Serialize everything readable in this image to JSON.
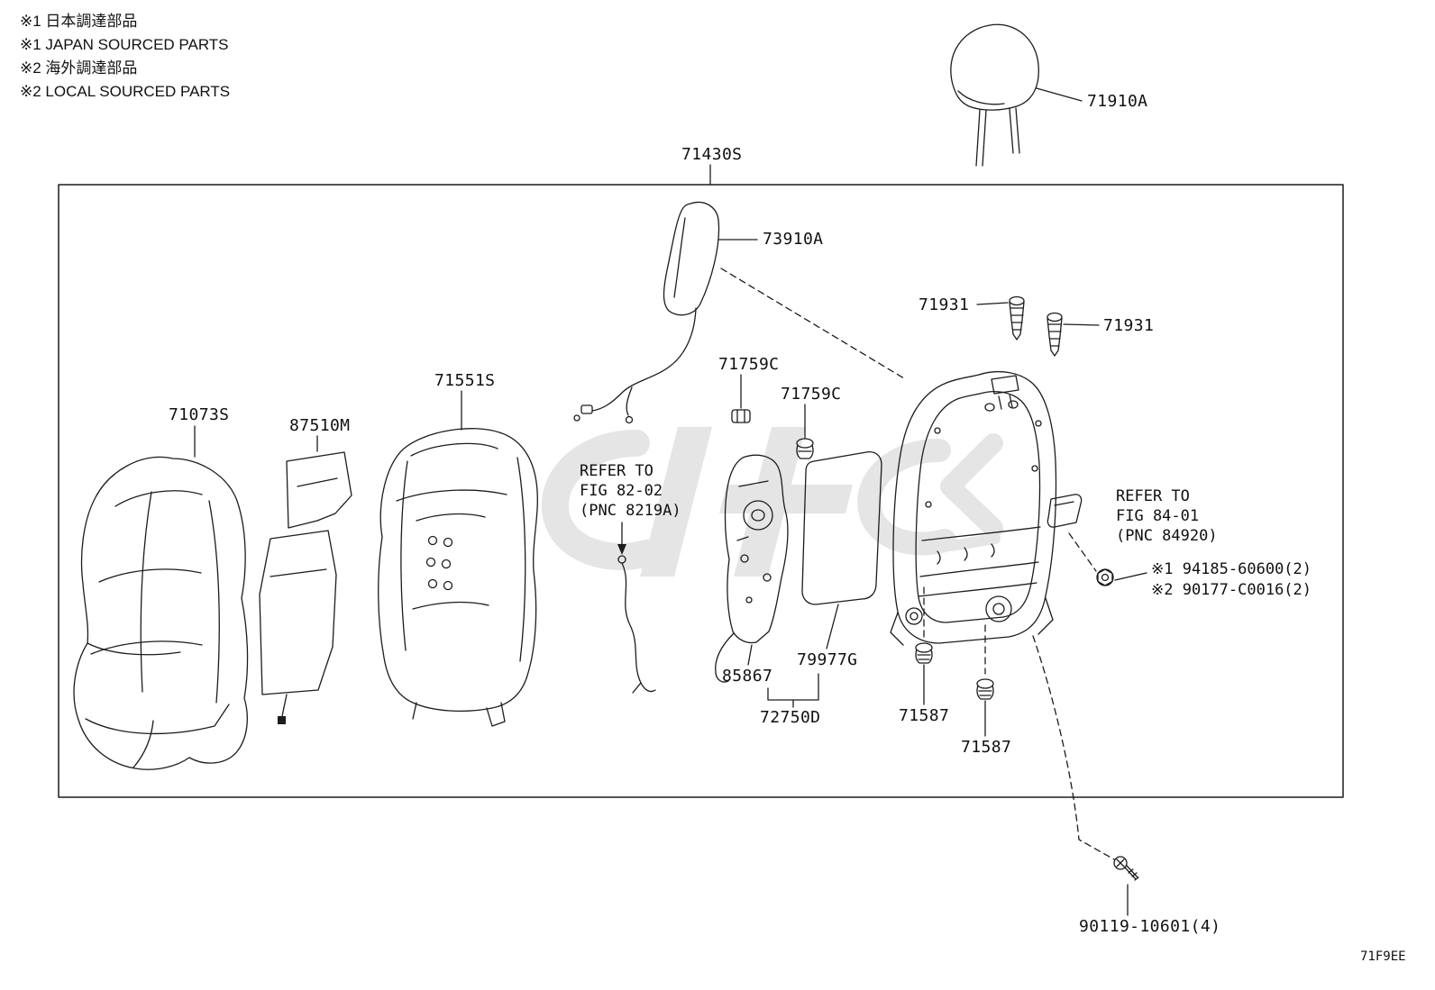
{
  "notes": [
    "※1 日本調達部品",
    "※1 JAPAN SOURCED PARTS",
    "※2 海外調達部品",
    "※2 LOCAL SOURCED PARTS"
  ],
  "parts": {
    "headrest": "71910A",
    "seat_back_assy": "71430S",
    "shield": "73910A",
    "bolt_left": "71931",
    "bolt_right": "71931",
    "clip_upper": "71759C",
    "clip_lower": "71759C",
    "pad": "71551S",
    "cover": "71073S",
    "heater_pad": "87510M",
    "sheet": "79977G",
    "bracket": "85867",
    "subassembly": "72750D",
    "grommet_left": "71587",
    "grommet_right": "71587",
    "screw": "90119-10601(4)",
    "nut_note_1": "※1 94185-60600(2)",
    "nut_note_2": "※2 90177-C0016(2)"
  },
  "references": {
    "fig_82": {
      "line1": "REFER TO",
      "line2": "FIG 82-02",
      "line3": "(PNC 8219A)"
    },
    "fig_84": {
      "line1": "REFER TO",
      "line2": "FIG 84-01",
      "line3": "(PNC 84920)"
    }
  },
  "diagram_code": "71F9EE",
  "colors": {
    "line": "#1c1c1c",
    "watermark": "#cccccc",
    "background": "#ffffff"
  }
}
